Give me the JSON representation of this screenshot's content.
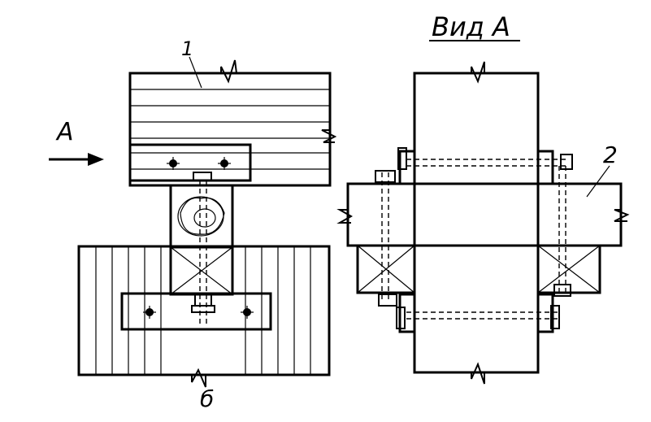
{
  "labels": {
    "view_title": "Вид А",
    "arrow_label": "А",
    "callout_1": "1",
    "callout_2": "2",
    "subfigure": "б"
  }
}
